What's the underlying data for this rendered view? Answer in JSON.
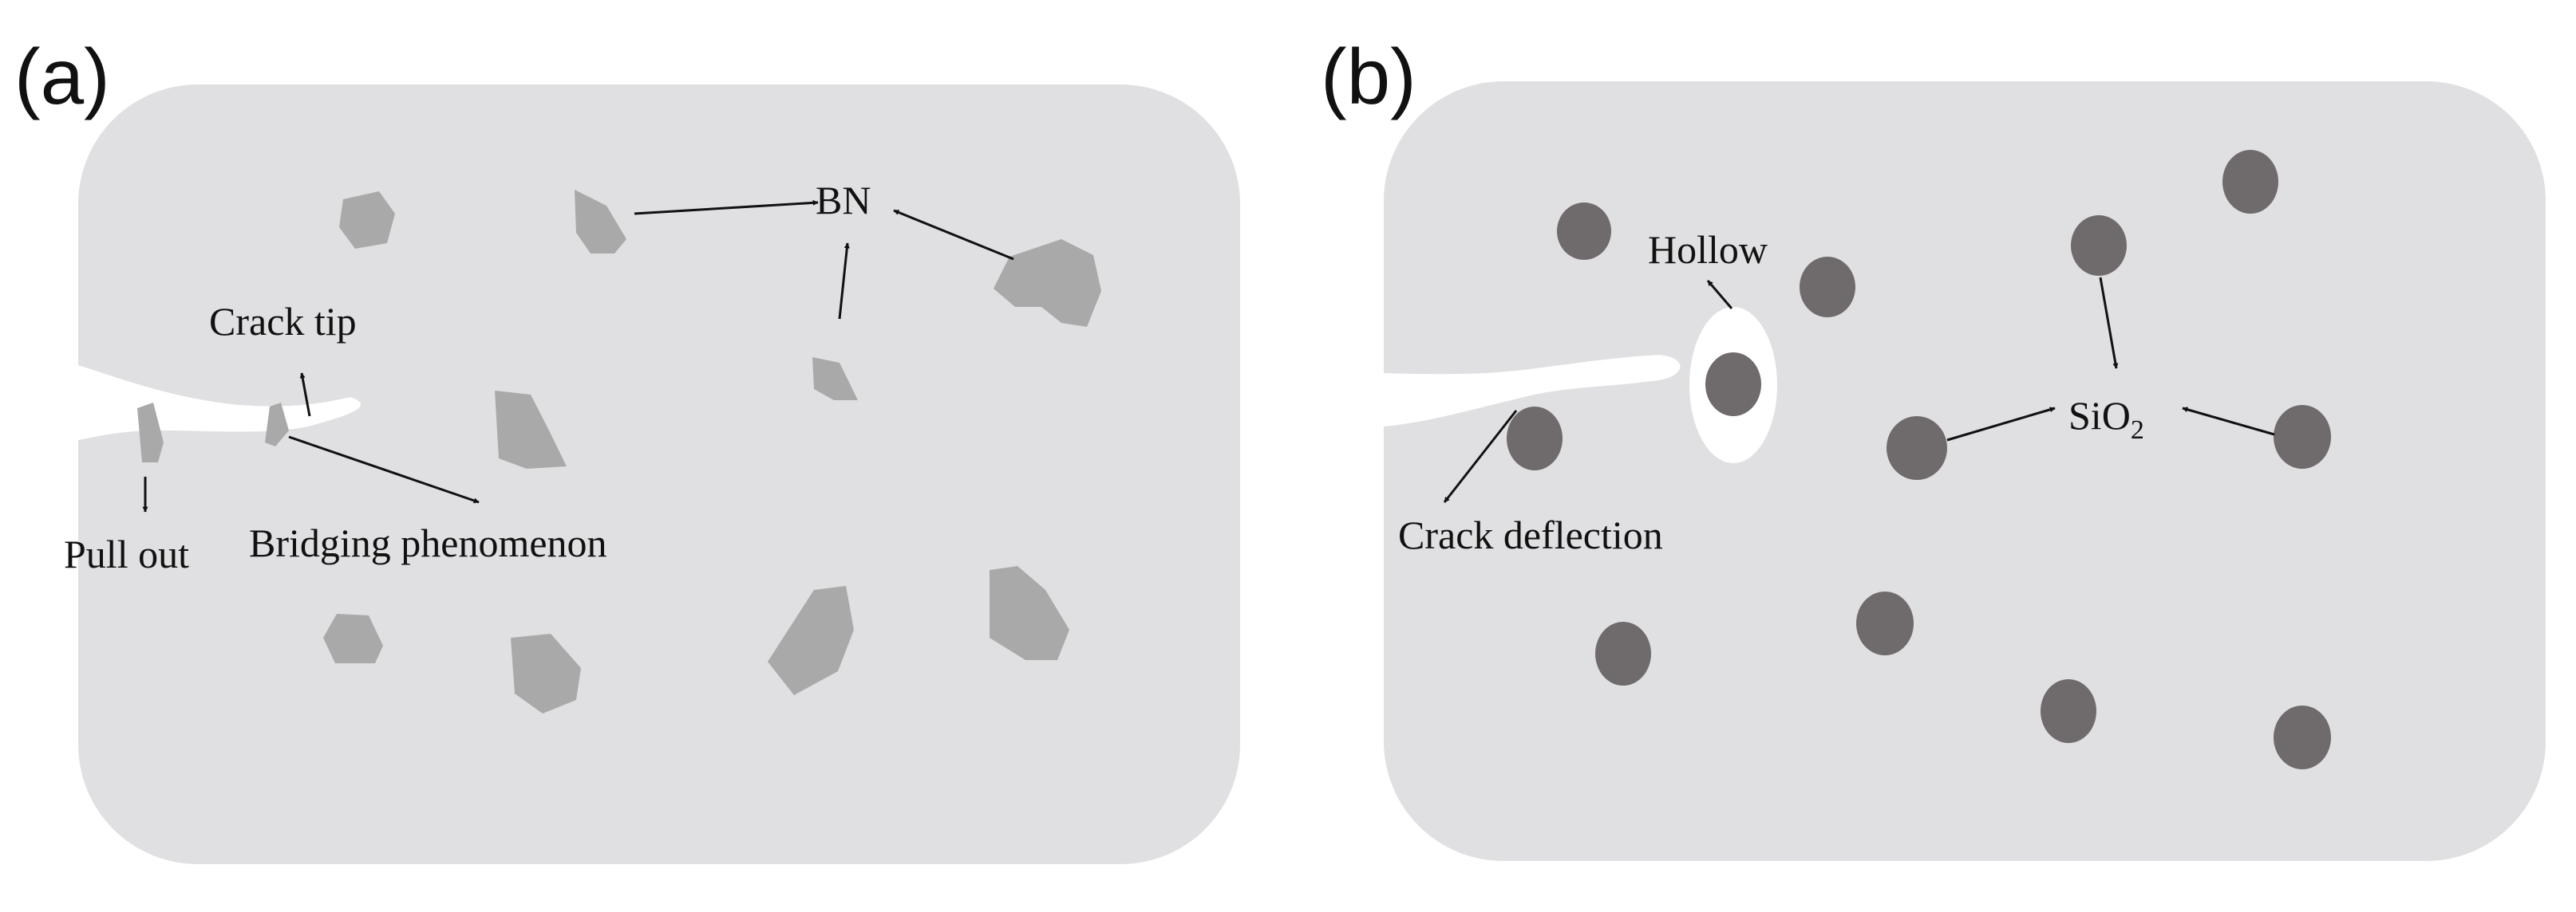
{
  "panel_a": {
    "label": "(a)",
    "annotations": {
      "bn": "BN",
      "crack_tip": "Crack tip",
      "pull_out": "Pull out",
      "bridging": "Bridging phenomenon"
    }
  },
  "panel_b": {
    "label": "(b)",
    "annotations": {
      "hollow": "Hollow",
      "sio2_main": "SiO",
      "sio2_sub": "2",
      "crack_deflection": "Crack deflection"
    }
  },
  "colors": {
    "background": "#ffffff",
    "matrix": "#e0dfe1",
    "bn_particle": "#a9a9a9",
    "sio2_particle": "#6f6a6b",
    "crack": "#ffffff",
    "arrow": "#111111"
  }
}
